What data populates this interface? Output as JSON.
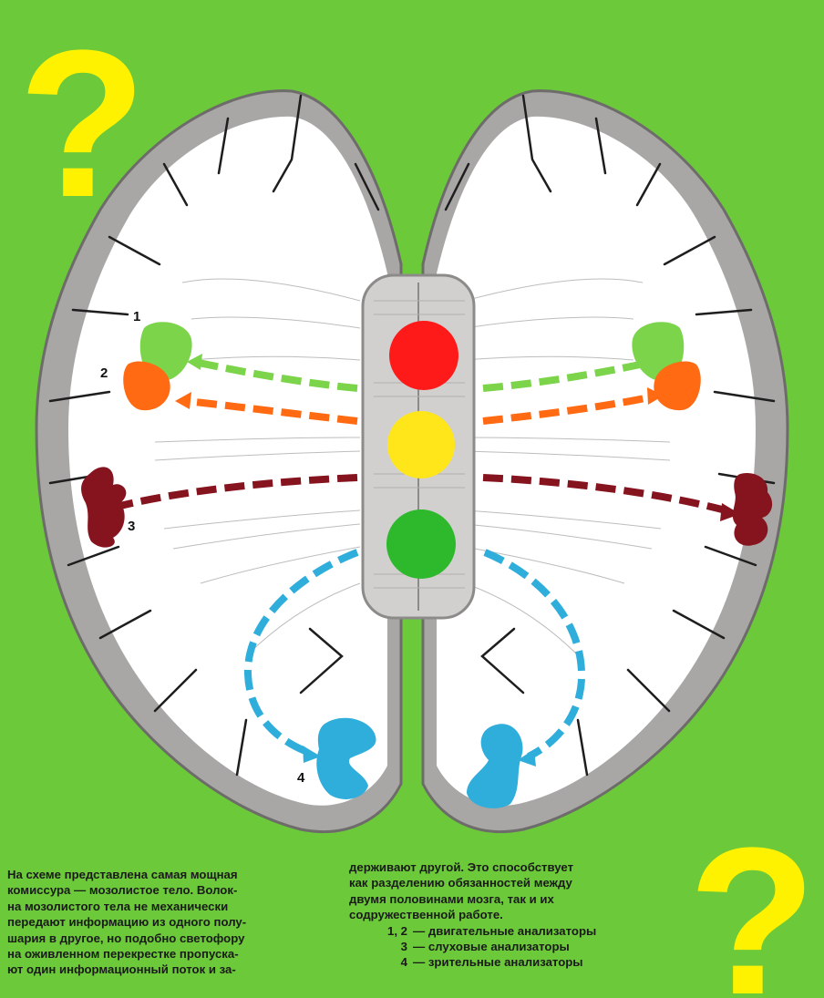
{
  "colors": {
    "background": "#6cc93a",
    "cortex": "#a9a7a6",
    "white_matter": "#ffffff",
    "corpus_callosum": "#d2d0cf",
    "question_mark": "#fff200",
    "light_red": "#ff1a1a",
    "light_yellow": "#ffe61a",
    "light_green": "#2db92b",
    "analyzer_1": "#7bd44a",
    "analyzer_2": "#ff6a12",
    "analyzer_3": "#86141e",
    "analyzer_4": "#2faedb"
  },
  "decor": {
    "question_mark_top": "?",
    "question_mark_bottom": "?"
  },
  "diagram": {
    "markers": [
      "1",
      "2",
      "3",
      "4"
    ]
  },
  "caption": {
    "left_lines": [
      "На схеме представлена самая мощная",
      "комиссура — мозолистое тело. Волок-",
      "на мозолистого тела не механически",
      "передают информацию из одного полу-",
      "шария в другое, но подобно светофору",
      "на оживленном перекрестке пропуска-",
      "ют один информационный поток и за-"
    ],
    "right_lines": [
      "держивают другой. Это способствует",
      "как разделению обязанностей между",
      "двумя половинами мозга, так и их",
      "содружественной работе."
    ],
    "legend": [
      {
        "num": "1, 2",
        "text": "— двигательные анализаторы"
      },
      {
        "num": "3",
        "text": "— слуховые анализаторы"
      },
      {
        "num": "4",
        "text": "— зрительные анализаторы"
      }
    ]
  }
}
